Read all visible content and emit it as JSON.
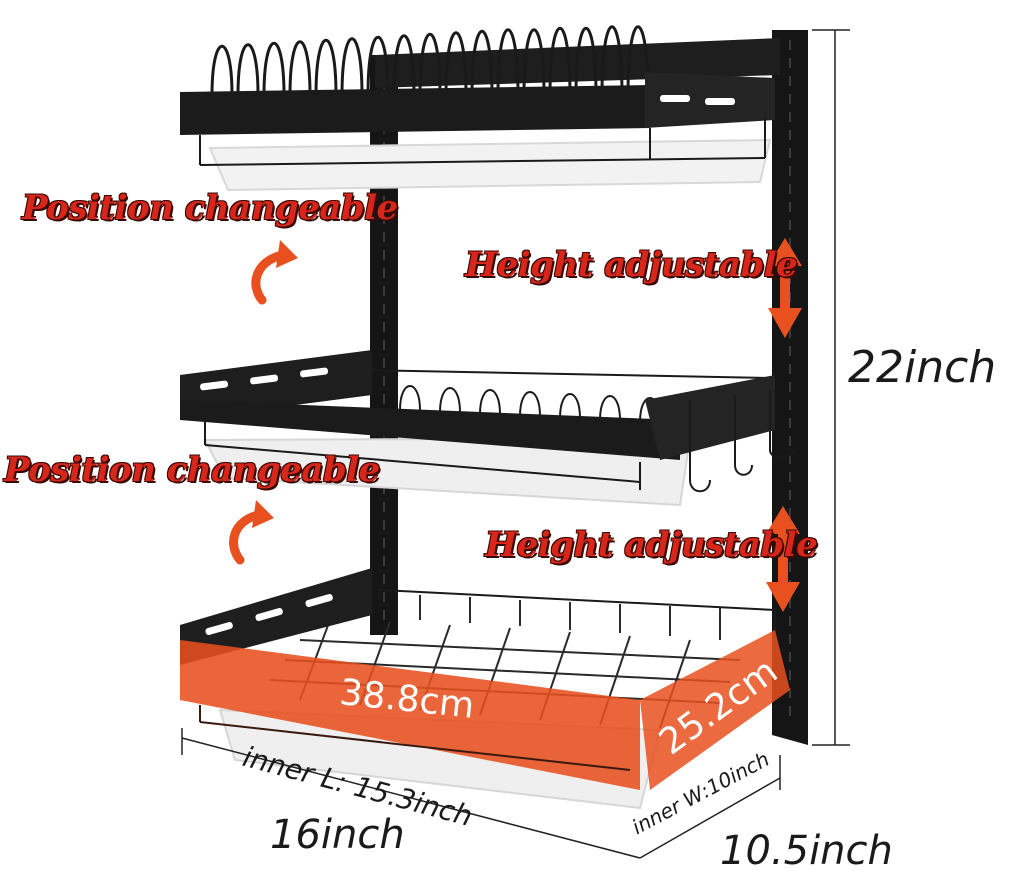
{
  "labels": {
    "position_top": "Position changeable",
    "position_bottom": "Position changeable",
    "height_top": "Height adjustable",
    "height_bottom": "Height adjustable",
    "total_height": "22inch",
    "width_outer": "16inch",
    "depth_outer": "10.5inch",
    "inner_length": "inner L: 15.3inch",
    "inner_width": "inner W:10inch",
    "cm_length": "38.8cm",
    "cm_width": "25.2cm"
  },
  "colors": {
    "accent": "#e8501f",
    "label_red": "#d8261a",
    "rack": "#1b1b1b"
  }
}
